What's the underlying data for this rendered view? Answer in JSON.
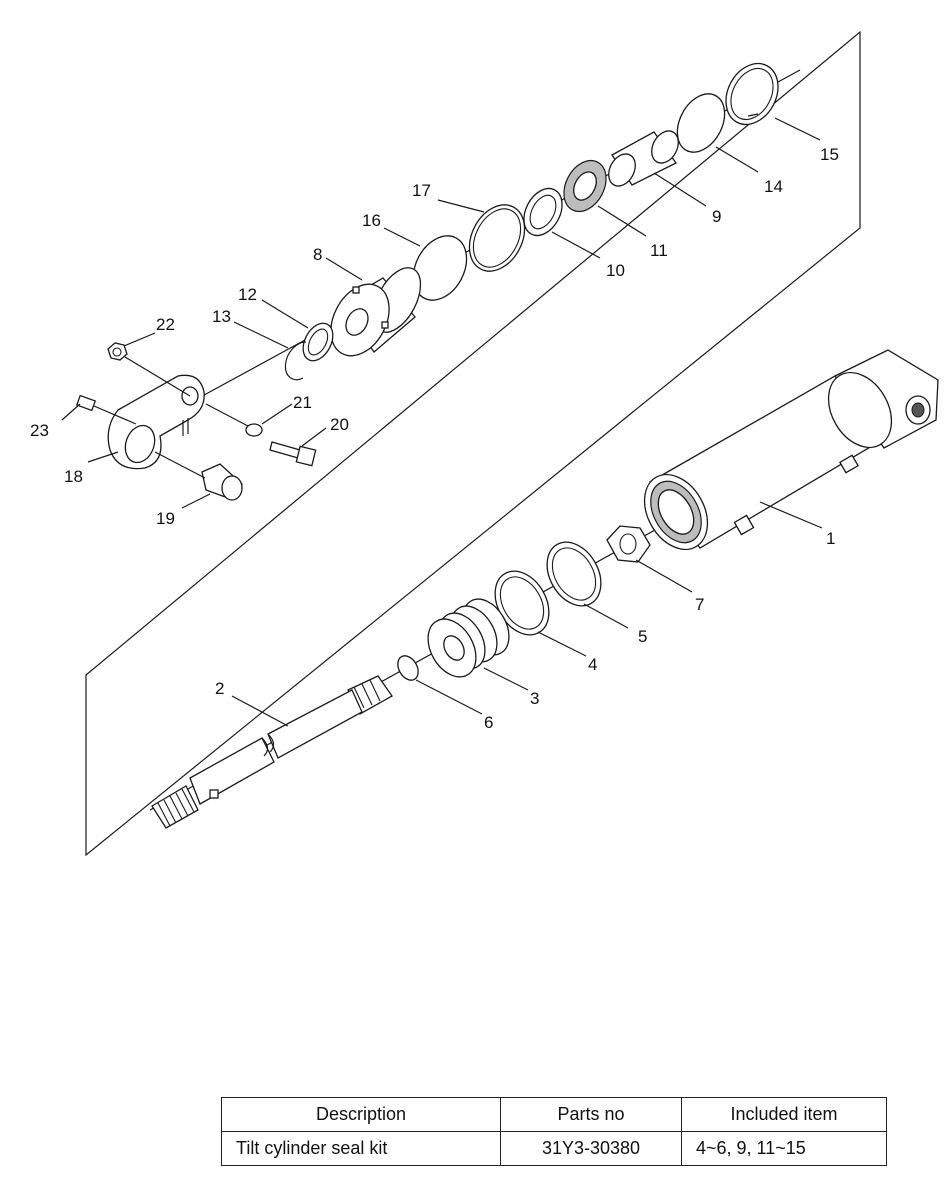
{
  "callouts": [
    {
      "id": "1",
      "label": "1"
    },
    {
      "id": "2",
      "label": "2"
    },
    {
      "id": "3",
      "label": "3"
    },
    {
      "id": "4",
      "label": "4"
    },
    {
      "id": "5",
      "label": "5"
    },
    {
      "id": "6",
      "label": "6"
    },
    {
      "id": "7",
      "label": "7"
    },
    {
      "id": "8",
      "label": "8"
    },
    {
      "id": "9",
      "label": "9"
    },
    {
      "id": "10",
      "label": "10"
    },
    {
      "id": "11",
      "label": "11"
    },
    {
      "id": "12",
      "label": "12"
    },
    {
      "id": "13",
      "label": "13"
    },
    {
      "id": "14",
      "label": "14"
    },
    {
      "id": "15",
      "label": "15"
    },
    {
      "id": "16",
      "label": "16"
    },
    {
      "id": "17",
      "label": "17"
    },
    {
      "id": "18",
      "label": "18"
    },
    {
      "id": "19",
      "label": "19"
    },
    {
      "id": "20",
      "label": "20"
    },
    {
      "id": "21",
      "label": "21"
    },
    {
      "id": "22",
      "label": "22"
    },
    {
      "id": "23",
      "label": "23"
    }
  ],
  "table": {
    "headers": [
      "Description",
      "Parts no",
      "Included item"
    ],
    "rows": [
      {
        "description": "Tilt cylinder seal kit",
        "parts_no": "31Y3-30380",
        "included_item": "4~6, 9, 11~15"
      }
    ]
  }
}
